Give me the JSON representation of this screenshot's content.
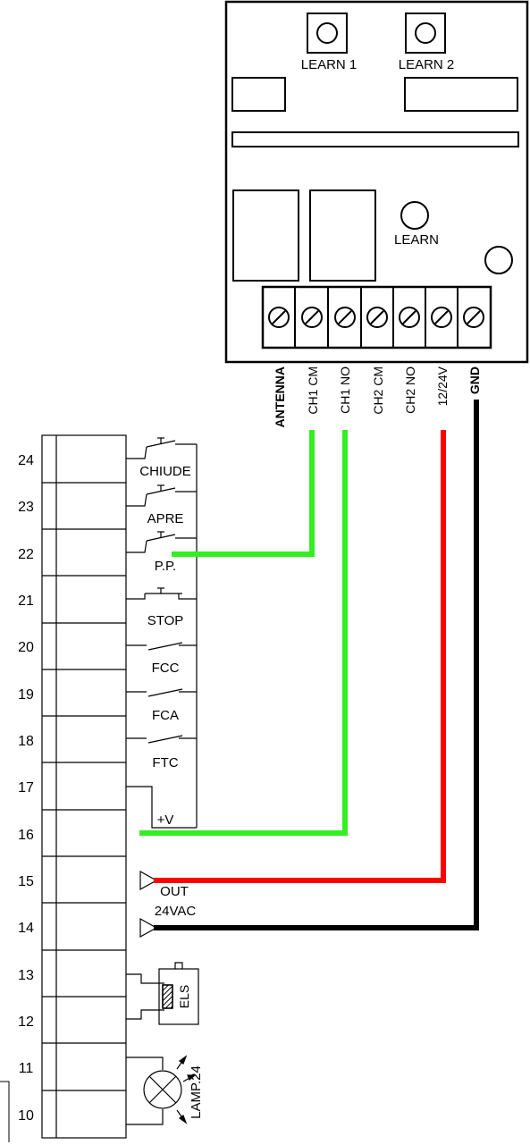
{
  "module": {
    "buttons": [
      "LEARN 1",
      "LEARN 2"
    ],
    "learn_label": "LEARN",
    "terminal_labels": [
      "ANTENNA",
      "CH1  CM",
      "CH1  NO",
      "CH2  CM",
      "CH2  NO",
      "12/24V",
      "GND"
    ]
  },
  "terminal_block": {
    "numbers": [
      "24",
      "23",
      "22",
      "21",
      "20",
      "19",
      "18",
      "17",
      "16",
      "15",
      "14",
      "13",
      "12",
      "11",
      "10"
    ]
  },
  "inputs": {
    "chiude": "CHIUDE",
    "apre": "APRE",
    "pp": "P.P.",
    "stop": "STOP",
    "fcc": "FCC",
    "fca": "FCA",
    "ftc": "FTC",
    "plus_v": "+V",
    "out": "OUT",
    "vac": "24VAC",
    "els": "ELS",
    "lamp": "LAMP.24"
  },
  "wire_colors": {
    "green": "#33ee22",
    "red": "#ff0000",
    "black": "#000000"
  }
}
